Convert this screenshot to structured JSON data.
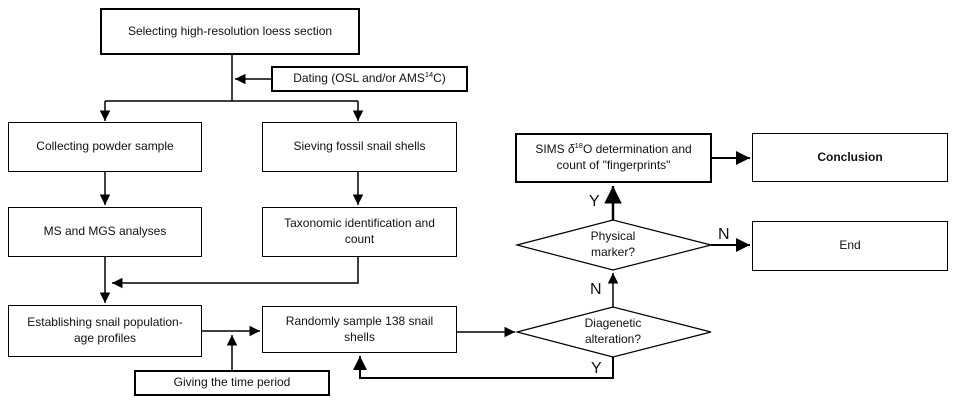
{
  "nodes": {
    "select_section": {
      "label": "Selecting high-resolution loess section"
    },
    "dating": {
      "pre": "Dating (OSL and/or AMS",
      "sup": "14",
      "post": "C)"
    },
    "collect_powder": {
      "label": "Collecting powder sample"
    },
    "sieve_shells": {
      "label": "Sieving fossil snail shells"
    },
    "ms_mgs": {
      "label": "MS and MGS analyses"
    },
    "taxonomic": {
      "label": "Taxonomic identification and\ncount"
    },
    "establish_profiles": {
      "label": "Establishing snail population-\nage profiles"
    },
    "random_sample": {
      "label": "Randomly sample 138 snail\nshells"
    },
    "giving_time": {
      "label": "Giving the time period"
    },
    "sims": {
      "pre": "SIMS ",
      "delta": "δ",
      "sup": "18",
      "post": "O determination and\ncount of \"fingerprints\""
    },
    "conclusion": {
      "label": "Conclusion"
    },
    "end": {
      "label": "End"
    }
  },
  "decisions": {
    "physical_marker": {
      "label": "Physical\nmarker?"
    },
    "diagenetic": {
      "label": "Diagenetic\nalteration?"
    }
  },
  "branch_labels": {
    "physical_yes": "Y",
    "physical_no": "N",
    "diagenetic_no": "N",
    "diagenetic_yes": "Y"
  },
  "colors": {
    "line": "#000000",
    "background": "#ffffff",
    "text": "#111111"
  }
}
